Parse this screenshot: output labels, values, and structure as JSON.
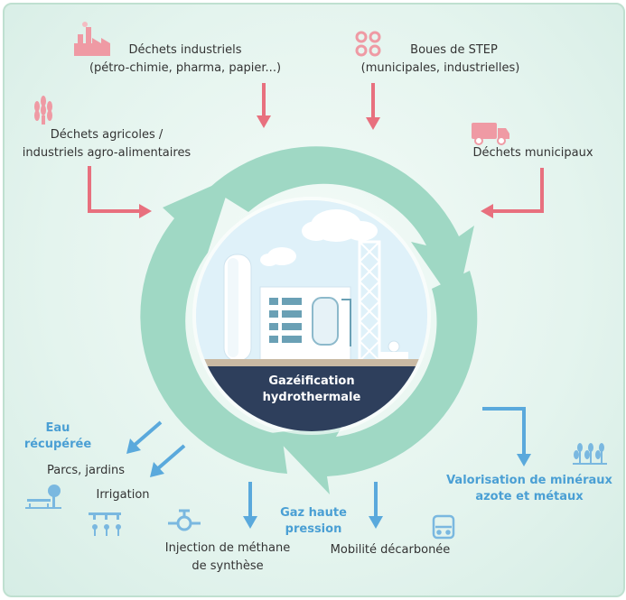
{
  "inputs": {
    "industrial": {
      "title": "Déchets industriels",
      "subtitle": "(pétro-chimie, pharma, papier...)",
      "icon": "factory-icon"
    },
    "sludge": {
      "title": "Boues de STEP",
      "subtitle": "(municipales, industrielles)",
      "icon": "sludge-icon"
    },
    "agricultural": {
      "title": "Déchets agricoles /",
      "subtitle": "industriels agro-alimentaires",
      "icon": "wheat-icon"
    },
    "municipal": {
      "title": "Déchets municipaux",
      "icon": "garbage-truck-icon"
    }
  },
  "center": {
    "title_line1": "Gazéification",
    "title_line2": "hydrothermale"
  },
  "outputs": {
    "water": {
      "title_line1": "Eau",
      "title_line2": "récupérée"
    },
    "parks": {
      "label": "Parcs, jardins",
      "icon": "park-bench-icon"
    },
    "irrigation": {
      "label": "Irrigation",
      "icon": "irrigation-icon"
    },
    "gas": {
      "title_line1": "Gaz haute",
      "title_line2": "pression"
    },
    "methane": {
      "line1": "Injection de méthane",
      "line2": "de synthèse",
      "icon": "valve-icon"
    },
    "mobility": {
      "label": "Mobilité décarbonée",
      "icon": "bus-icon"
    },
    "minerals": {
      "line1": "Valorisation de minéraux",
      "line2": "azote et métaux",
      "icon": "crops-icon"
    }
  },
  "colors": {
    "cycle": "#9fd8c4",
    "input_arrow": "#e8707e",
    "output_arrow": "#5aa9dc",
    "plant_base": "#2e3f5c",
    "icon_pink": "#ef9aa4",
    "icon_blue": "#7ab8e0"
  }
}
